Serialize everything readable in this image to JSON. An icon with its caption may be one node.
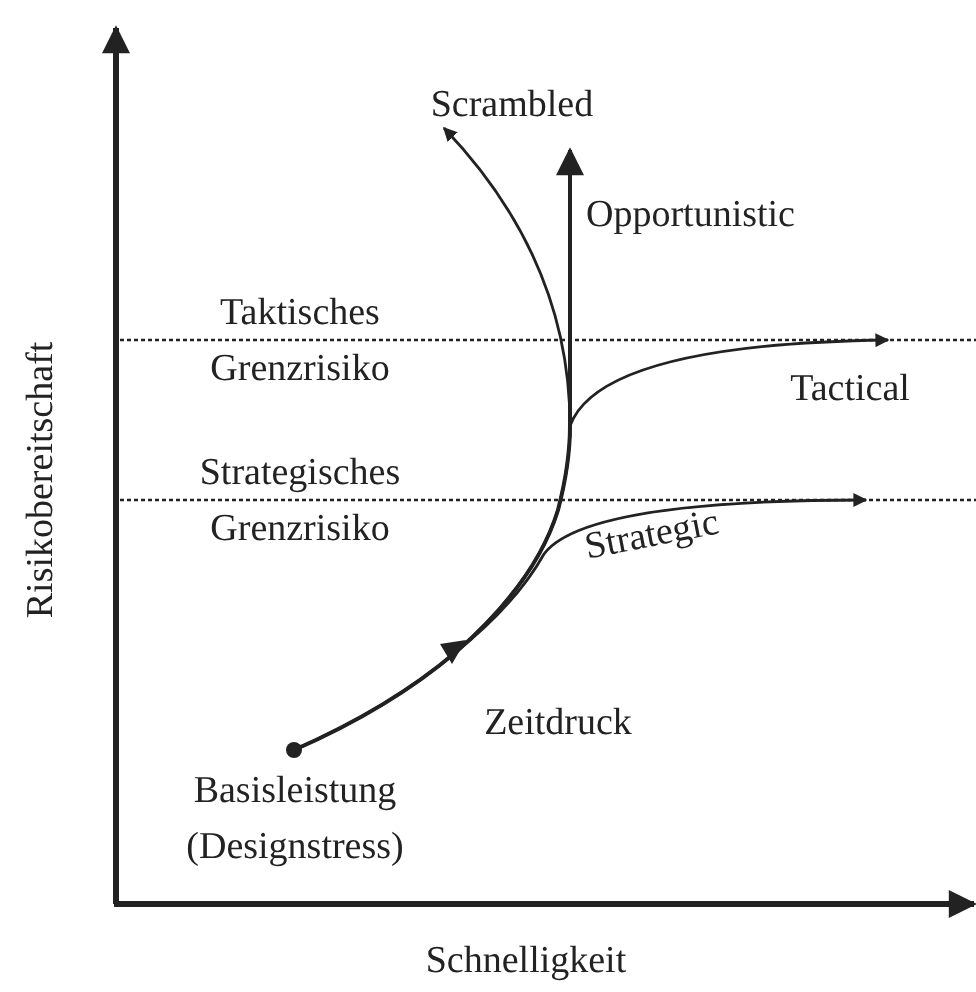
{
  "diagram": {
    "nodes": [
      {
        "text": [
          "Basisleistung (Designstress)"
        ]
      },
      {
        "text": [
          "Scrambled"
        ]
      },
      {
        "text": [
          "Opportunistic"
        ]
      },
      {
        "text": [
          "Tactical"
        ]
      }
    ],
    "edges": [
      {
        "from": 0,
        "to": 1,
        "arrow": "to"
      },
      {
        "from": 0,
        "to": 2,
        "arrow": "to"
      },
      {
        "from": 0,
        "to": 3,
        "arrow": "to"
      },
      {
        "from": 0,
        "to": null,
        "arrow": "to",
        "label": "Strategic"
      }
    ],
    "labels": [
      "Taktisches Grenzrisiko",
      "Strategisches Grenzrisiko",
      "Zeitdruck",
      "Risikobereitschaft",
      "Schnelligkeit"
    ]
  }
}
